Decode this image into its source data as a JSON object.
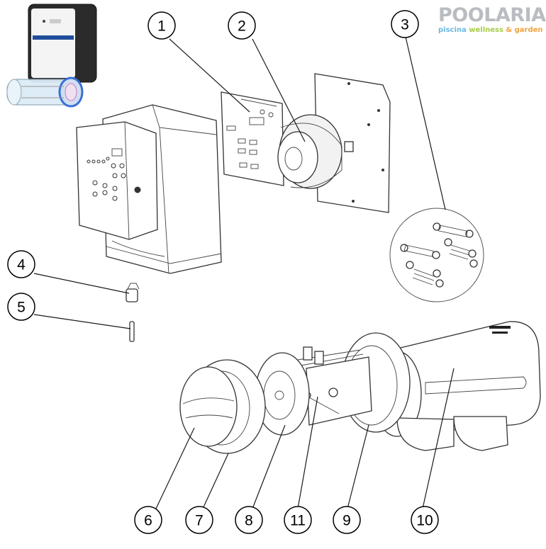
{
  "logo": {
    "brand": "POOLARIA",
    "tagline_1": "piscina",
    "tagline_2": "wellness",
    "tagline_3": "& garden"
  },
  "callouts": [
    {
      "id": "1",
      "label": "1"
    },
    {
      "id": "2",
      "label": "2"
    },
    {
      "id": "3",
      "label": "3"
    },
    {
      "id": "4",
      "label": "4"
    },
    {
      "id": "5",
      "label": "5"
    },
    {
      "id": "6",
      "label": "6"
    },
    {
      "id": "7",
      "label": "7"
    },
    {
      "id": "8",
      "label": "8"
    },
    {
      "id": "11",
      "label": "11"
    },
    {
      "id": "9",
      "label": "9"
    },
    {
      "id": "10",
      "label": "10"
    }
  ],
  "colors": {
    "logo_grey": "#b9bcc0",
    "logo_blue": "#6ab8e0",
    "logo_orange": "#f2a23a",
    "cell_blue": "#3a6fd6"
  }
}
